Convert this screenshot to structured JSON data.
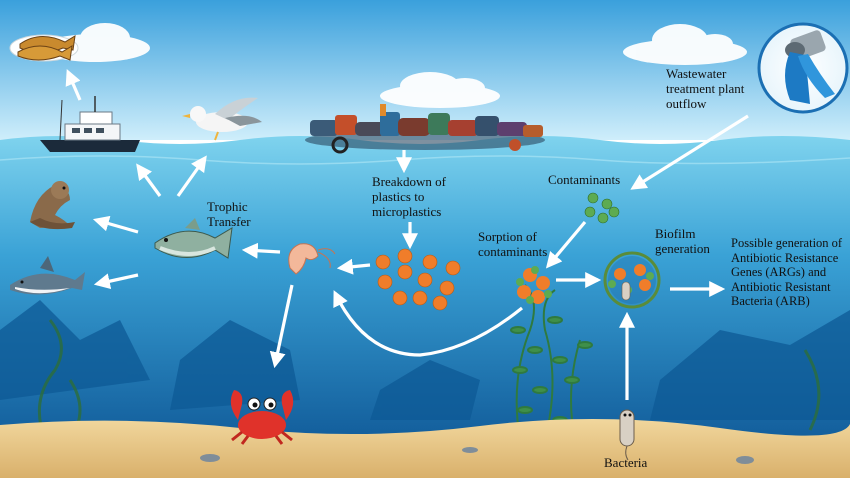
{
  "labels": {
    "trophic_transfer": "Trophic Transfer",
    "breakdown": "Breakdown of plastics to microplastics",
    "contaminants": "Contaminants",
    "sorption": "Sorption of contaminants",
    "biofilm": "Biofilm generation",
    "wastewater": "Wastewater treatment plant outflow",
    "args_arb": "Possible generation of Antibiotic Resistance Genes (ARGs) and Antibiotic Resistant Bacteria (ARB)",
    "bacteria": "Bacteria"
  },
  "icons": [
    "fish-platter-icon",
    "fishing-boat-icon",
    "seagull-icon",
    "sea-lion-icon",
    "shark-icon",
    "fish-icon",
    "shrimp-icon",
    "crab-icon",
    "plastic-debris-icon",
    "wastewater-pipe-icon",
    "bacterium-icon",
    "microplastic-particle-icon",
    "contaminant-particle-icon",
    "biofilm-icon",
    "seaweed-icon",
    "cloud-icon"
  ],
  "colors": {
    "sky_top": "#3aa0dc",
    "sky_bottom": "#cfeefb",
    "water_top": "#6cc8e8",
    "water_deep": "#0a4f8f",
    "sand": "#e8c98a",
    "microplastic": "#f07d2a",
    "contaminant": "#5dab52",
    "arrow": "#ffffff",
    "biofilm_ring": "#5a8c3a"
  }
}
